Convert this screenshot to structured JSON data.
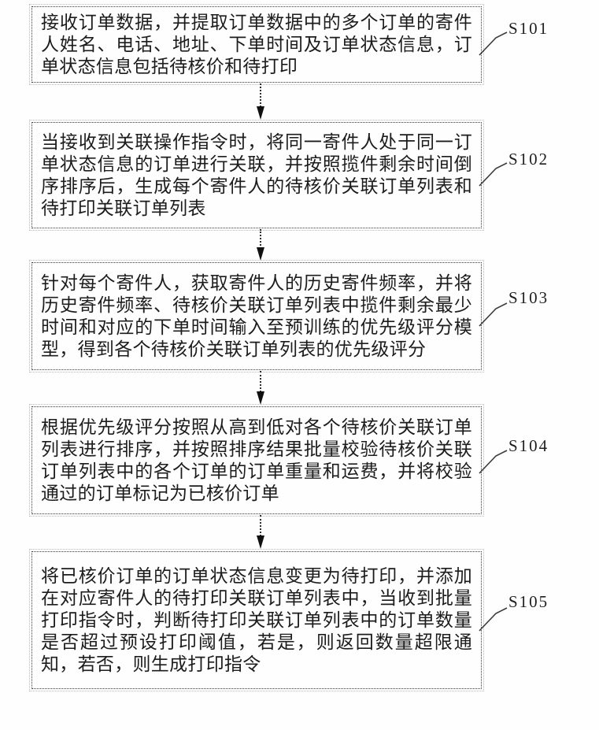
{
  "figure": {
    "kind": "patent-flowchart",
    "ink_color": "#1c1c1c",
    "border_color": "#3a3a3a",
    "steps": [
      {
        "label": "S101",
        "text": "接收订单数据，并提取订单数据中的多个订单的寄件人姓名、电话、地址、下单时间及订单状态信息，订单状态信息包括待核价和待打印"
      },
      {
        "label": "S102",
        "text": "当接收到关联操作指令时，将同一寄件人处于同一订单状态信息的订单进行关联，并按照揽件剩余时间倒序排序后，生成每个寄件人的待核价关联订单列表和待打印关联订单列表"
      },
      {
        "label": "S103",
        "text": "针对每个寄件人，获取寄件人的历史寄件频率，并将历史寄件频率、待核价关联订单列表中揽件剩余最少时间和对应的下单时间输入至预训练的优先级评分模型，得到各个待核价关联订单列表的优先级评分"
      },
      {
        "label": "S104",
        "text": "根据优先级评分按照从高到低对各个待核价关联订单列表进行排序，并按照排序结果批量校验待核价关联订单列表中的各个订单的订单重量和运费，并将校验通过的订单标记为已核价订单"
      },
      {
        "label": "S105",
        "text": "将已核价订单的订单状态信息变更为待打印，并添加在对应寄件人的待打印关联订单列表中，当收到批量打印指令时，判断待打印关联订单列表中的订单数量是否超过预设打印阈值，若是，则返回数量超限通知，若否，则生成打印指令"
      }
    ]
  }
}
